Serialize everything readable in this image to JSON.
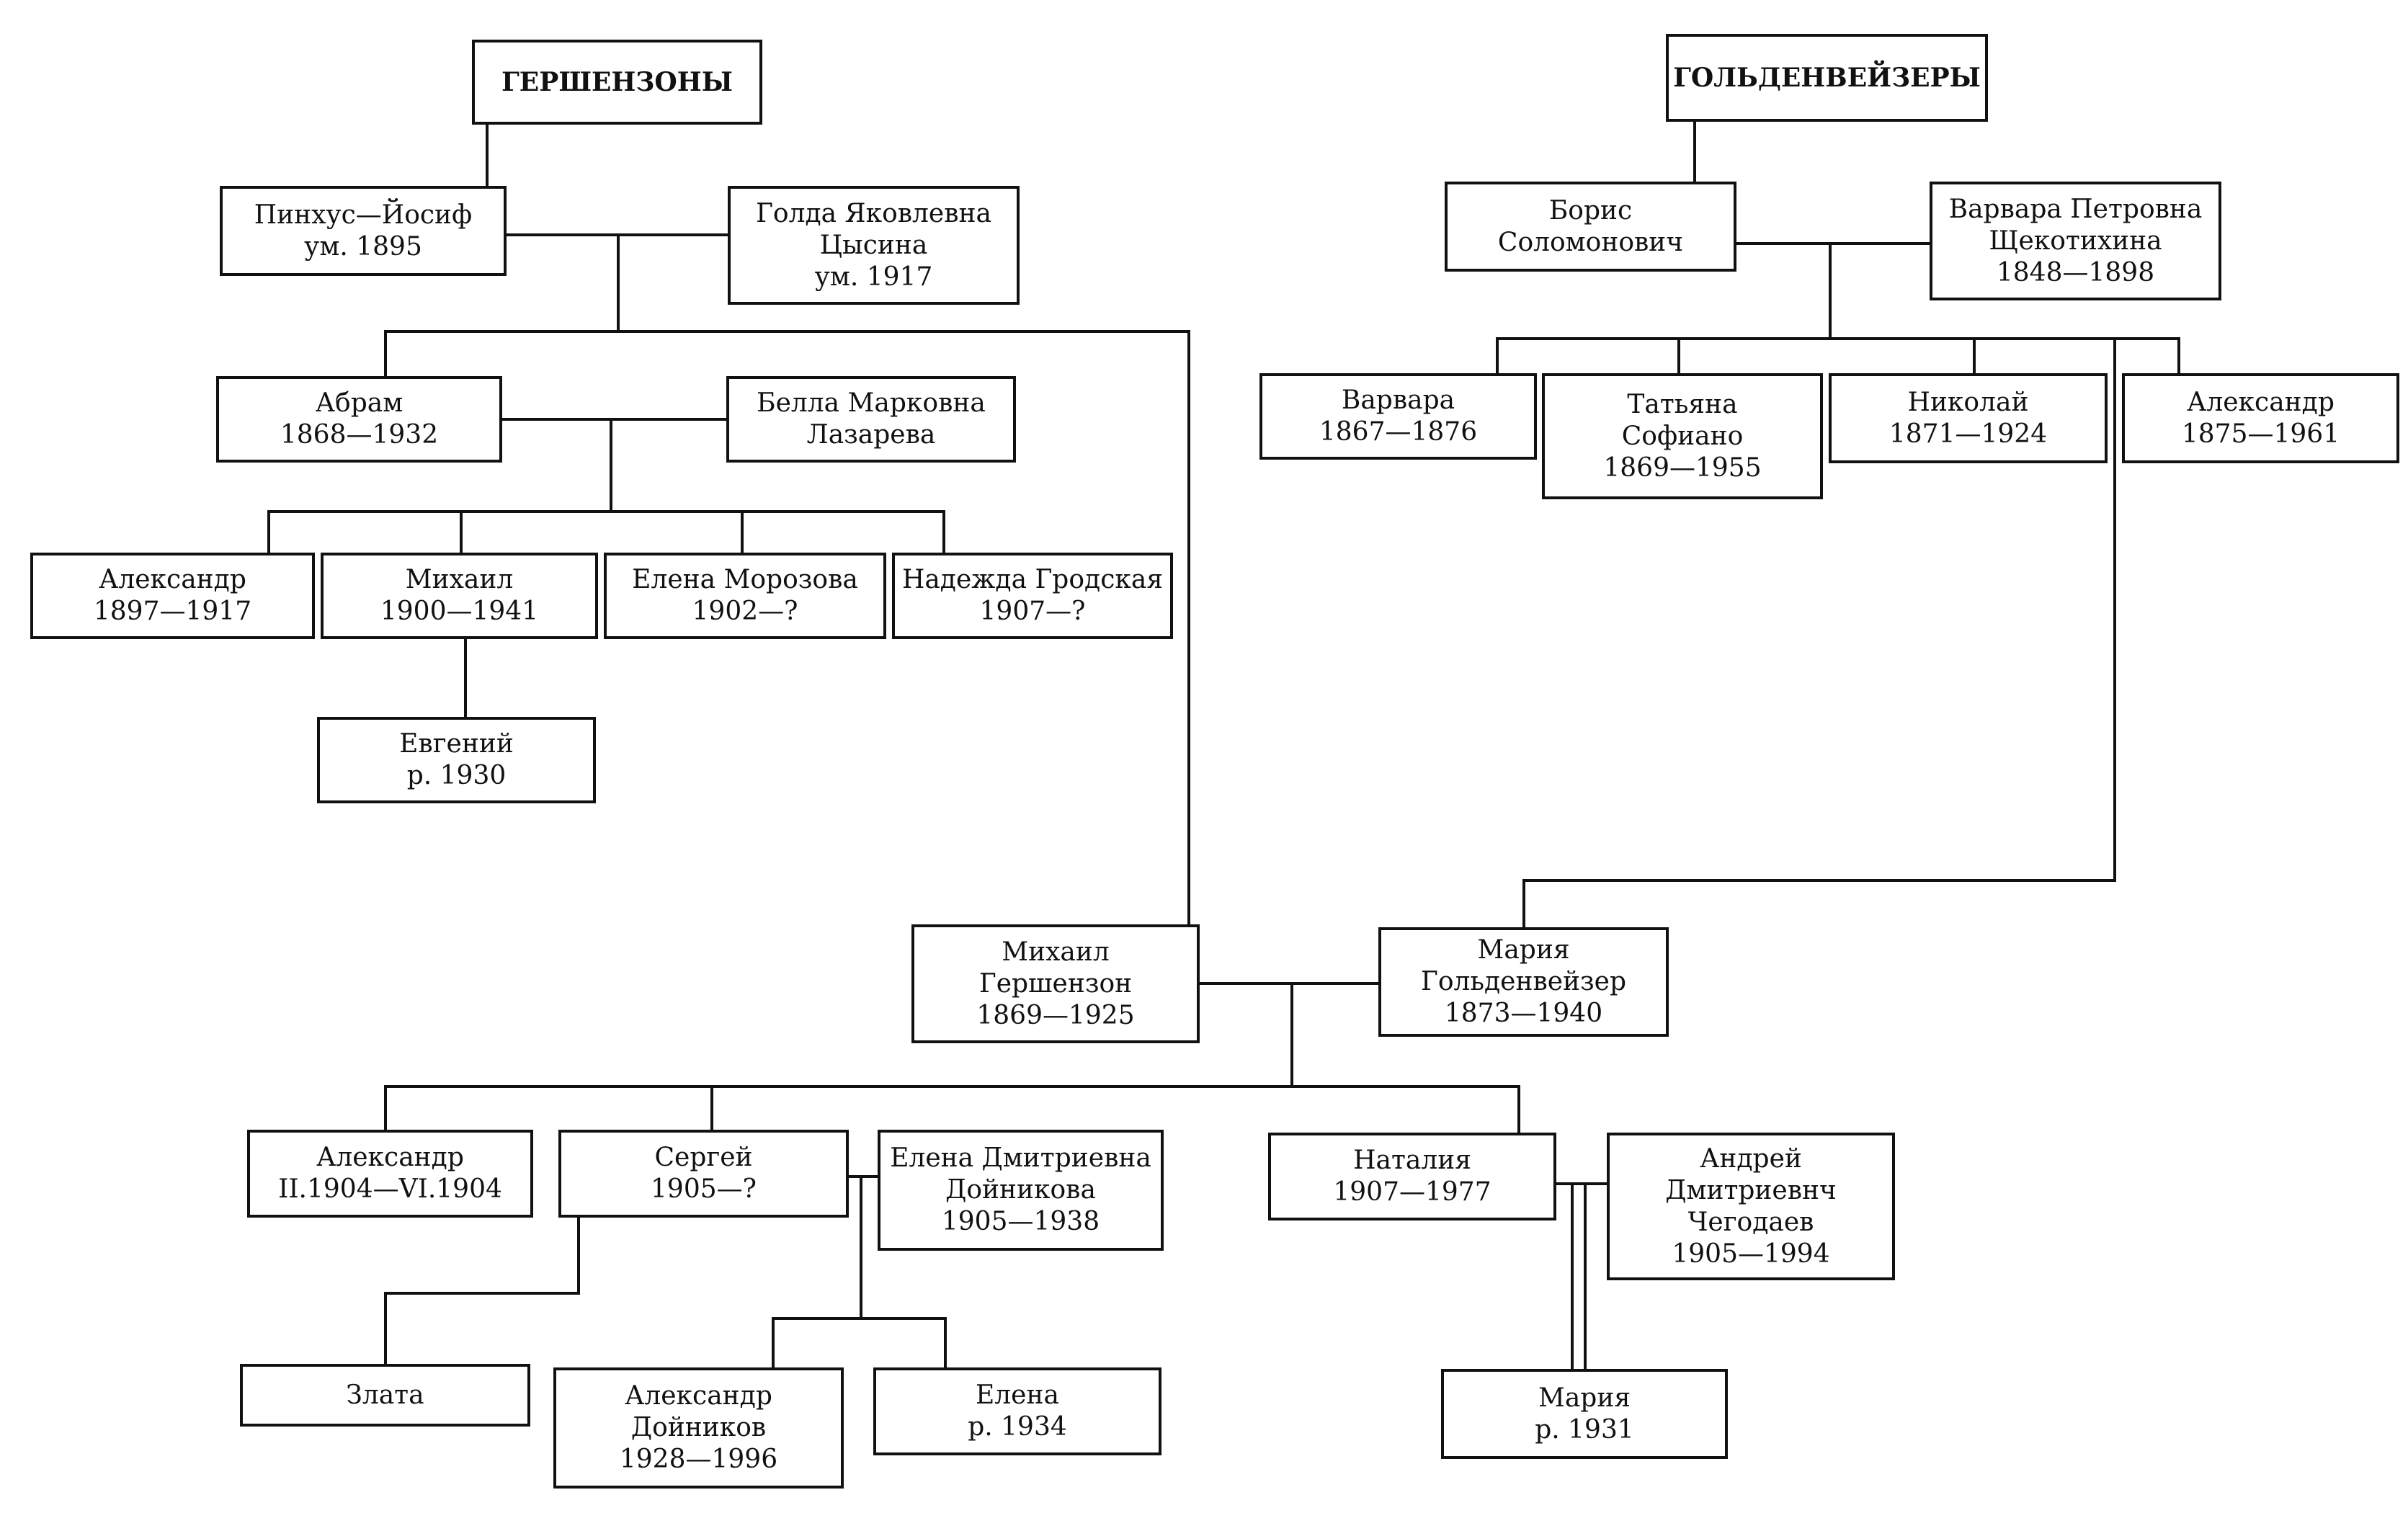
{
  "families": {
    "gershenzon": {
      "title": "ГЕРШЕНЗОНЫ"
    },
    "goldenweiser": {
      "title": "ГОЛЬДЕНВЕЙЗЕРЫ"
    }
  },
  "people": {
    "pinkhus": {
      "l1": "Пинхус—Йосиф",
      "l2": "ум. 1895",
      "l3": ""
    },
    "golda": {
      "l1": "Голда Яковлевна",
      "l2": "Цысина",
      "l3": "ум. 1917"
    },
    "abram": {
      "l1": "Абрам",
      "l2": "1868—1932",
      "l3": ""
    },
    "bella": {
      "l1": "Белла Марковна",
      "l2": "Лазарева",
      "l3": ""
    },
    "aleksandr_g": {
      "l1": "Александр",
      "l2": "1897—1917",
      "l3": ""
    },
    "mikhail_a": {
      "l1": "Михаил",
      "l2": "1900—1941",
      "l3": ""
    },
    "elena_m": {
      "l1": "Елена Морозова",
      "l2": "1902—?",
      "l3": ""
    },
    "nadezhda": {
      "l1": "Надежда Гродская",
      "l2": "1907—?",
      "l3": ""
    },
    "evgeniy": {
      "l1": "Евгений",
      "l2": "р. 1930",
      "l3": ""
    },
    "boris": {
      "l1": "Борис",
      "l2": "Соломонович",
      "l3": ""
    },
    "varvara_p": {
      "l1": "Варвара Петровна",
      "l2": "Щекотихина",
      "l3": "1848—1898"
    },
    "varvara": {
      "l1": "Варвара",
      "l2": "1867—1876",
      "l3": ""
    },
    "tatyana": {
      "l1": "Татьяна",
      "l2": "Софиано",
      "l3": "1869—1955"
    },
    "nikolay": {
      "l1": "Николай",
      "l2": "1871—1924",
      "l3": ""
    },
    "aleksandr_b": {
      "l1": "Александр",
      "l2": "1875—1961",
      "l3": ""
    },
    "mikhail_g": {
      "l1": "Михаил",
      "l2": "Гершензон",
      "l3": "1869—1925"
    },
    "mariya_g": {
      "l1": "Мария",
      "l2": "Гольденвейзер",
      "l3": "1873—1940"
    },
    "aleksandr_m": {
      "l1": "Александр",
      "l2": "II.1904—VI.1904",
      "l3": ""
    },
    "sergey": {
      "l1": "Сергей",
      "l2": "1905—?",
      "l3": ""
    },
    "elena_d": {
      "l1": "Елена Дмитриевна",
      "l2": "Дойникова",
      "l3": "1905—1938"
    },
    "nataliya": {
      "l1": "Наталия",
      "l2": "1907—1977",
      "l3": ""
    },
    "andrey": {
      "l1": "Андрей",
      "l2": "Дмитриевнч",
      "l3": "Чегодаев",
      "l4": "1905—1994"
    },
    "zlata": {
      "l1": "Злата",
      "l2": "",
      "l3": ""
    },
    "aleksandr_d": {
      "l1": "Александр",
      "l2": "Дойников",
      "l3": "1928—1996"
    },
    "elena_s": {
      "l1": "Елена",
      "l2": "р. 1934",
      "l3": ""
    },
    "mariya_n": {
      "l1": "Мария",
      "l2": "р. 1931",
      "l3": ""
    }
  }
}
